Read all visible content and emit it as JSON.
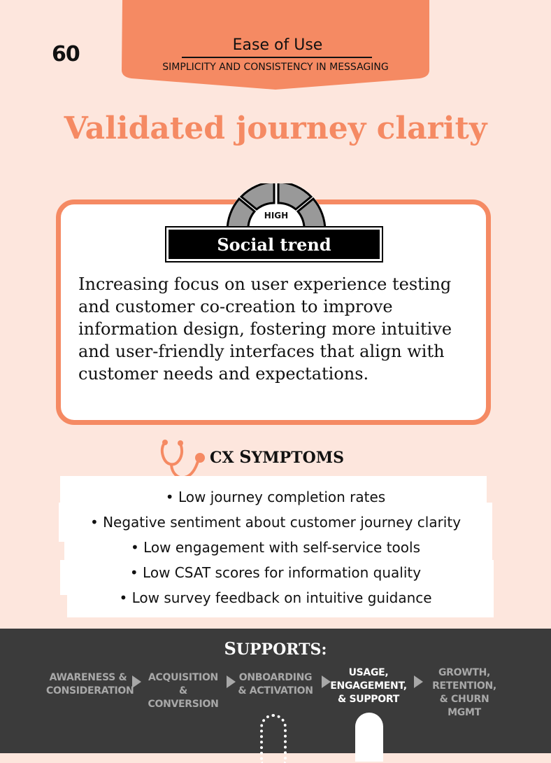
{
  "page_number": "60",
  "category": {
    "title": "Ease of Use",
    "subtitle": "SIMPLICITY AND CONSISTENCY IN MESSAGING"
  },
  "title": "Validated journey clarity",
  "trend": {
    "level": "HIGH",
    "label": "Social trend",
    "description": "Increasing focus on user experience testing and customer co-creation to improve information design, fostering more intuitive and user-friendly interfaces that align with customer needs and expectations."
  },
  "symptoms": {
    "heading_initial_1": "CX ",
    "heading_initial_2": "S",
    "heading_rest": "YMPTOMS",
    "items": [
      "• Low journey completion rates",
      "• Negative sentiment about customer journey clarity",
      "• Low engagement with self-service tools",
      "• Low CSAT scores for information quality",
      "• Low survey feedback on intuitive guidance"
    ]
  },
  "supports": {
    "heading_initial": "S",
    "heading_rest": "UPPORTS:",
    "stages": [
      {
        "line1": "AWARENESS &",
        "line2": "CONSIDERATION",
        "line3": ""
      },
      {
        "line1": "ACQUISITION",
        "line2": "& CONVERSION",
        "line3": ""
      },
      {
        "line1": "ONBOARDING",
        "line2": "& ACTIVATION",
        "line3": ""
      },
      {
        "line1": "USAGE,",
        "line2": "ENGAGEMENT,",
        "line3": "& SUPPORT"
      },
      {
        "line1": "GROWTH,",
        "line2": "RETENTION,",
        "line3": "& CHURN MGMT"
      }
    ]
  },
  "colors": {
    "background": "#fde6dd",
    "accent": "#f58a63",
    "footer": "#3b3b3b",
    "gauge_segment": "#999999"
  }
}
